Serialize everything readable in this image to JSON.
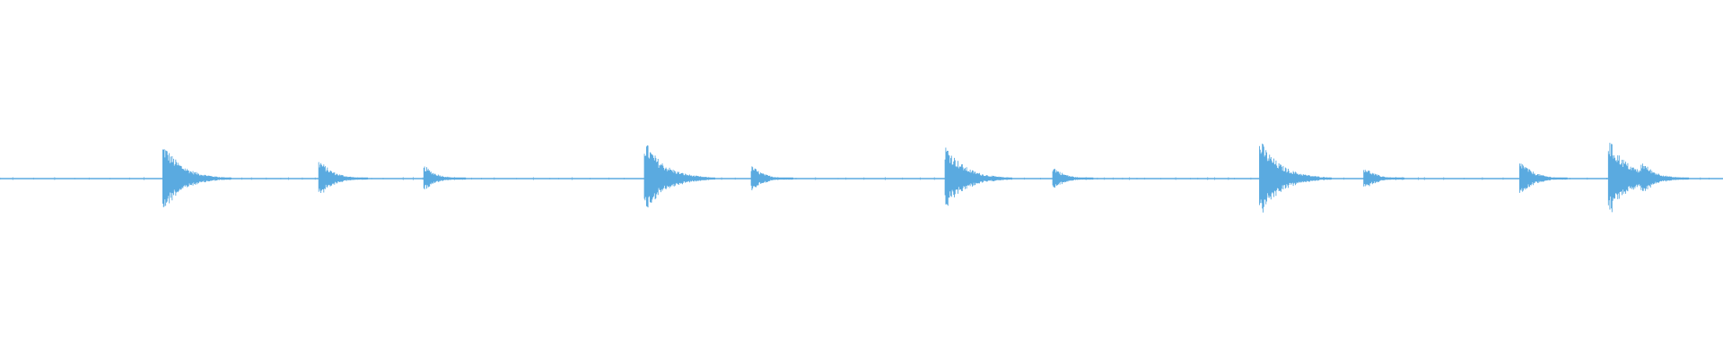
{
  "waveform": {
    "color": "#5aaae0",
    "background": "#ffffff",
    "baseline_level": 0.004,
    "transients": [
      {
        "t": 0.0945,
        "peak": 0.06
      },
      {
        "t": 0.185,
        "peak": 0.032
      },
      {
        "t": 0.246,
        "peak": 0.022
      },
      {
        "t": 0.374,
        "peak": 0.064
      },
      {
        "t": 0.436,
        "peak": 0.022
      },
      {
        "t": 0.5485,
        "peak": 0.058
      },
      {
        "t": 0.611,
        "peak": 0.02
      },
      {
        "t": 0.731,
        "peak": 0.066
      },
      {
        "t": 0.7915,
        "peak": 0.02
      },
      {
        "t": 0.882,
        "peak": 0.03
      },
      {
        "t": 0.9335,
        "peak": 0.066
      },
      {
        "t": 0.9525,
        "peak": 0.03
      }
    ]
  }
}
